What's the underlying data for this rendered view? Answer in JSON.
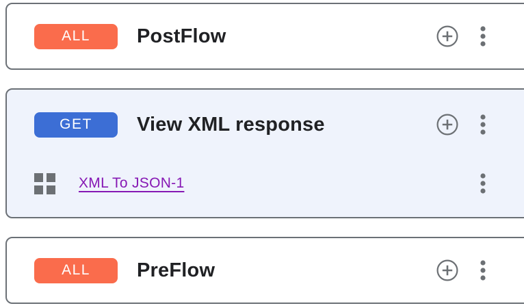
{
  "cards": [
    {
      "method": "ALL",
      "title": "PostFlow",
      "selected": false
    },
    {
      "method": "GET",
      "title": "View XML response",
      "selected": true,
      "policies": [
        {
          "name": "XML To JSON-1"
        }
      ]
    },
    {
      "method": "ALL",
      "title": "PreFlow",
      "selected": false
    }
  ],
  "colors": {
    "method_all": "#fa6c4c",
    "method_get": "#3c6ed5",
    "policy_link": "#8618b4",
    "selected_card_bg": "#eff3fc",
    "card_border": "#6b7076",
    "icon_gray": "#6c7074",
    "title_text": "#202124"
  },
  "icons": {
    "add": "plus-circle-icon",
    "more": "kebab-menu-icon",
    "policy": "policy-grid-icon"
  }
}
